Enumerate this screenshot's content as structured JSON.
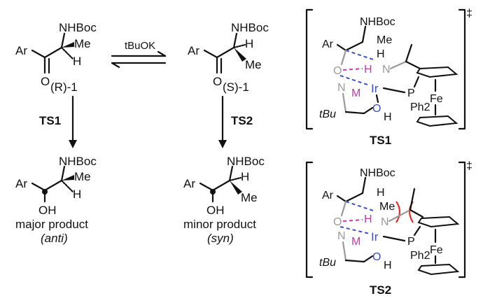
{
  "labels": {
    "ar": "Ar",
    "nhboc": "NHBoc",
    "me": "Me",
    "h": "H",
    "o": "O",
    "oh": "OH",
    "r_compound": "(R)-1",
    "s_compound": "(S)-1",
    "reagent": "tBuOK",
    "ts1": "TS1",
    "ts2": "TS2",
    "major_product": "major product",
    "major_stereo": "(anti)",
    "minor_product": "minor product",
    "minor_stereo": "(syn)",
    "dagger": "‡",
    "ir": "Ir",
    "fe": "Fe",
    "p": "P",
    "ph2": "Ph2",
    "m": "M",
    "n": "N",
    "tbu": "tBu"
  },
  "colors": {
    "ink": "#111111",
    "blue": "#3b4fc4",
    "magenta": "#c03ab0",
    "gray": "#9a9a9a",
    "red": "#e0302a"
  }
}
